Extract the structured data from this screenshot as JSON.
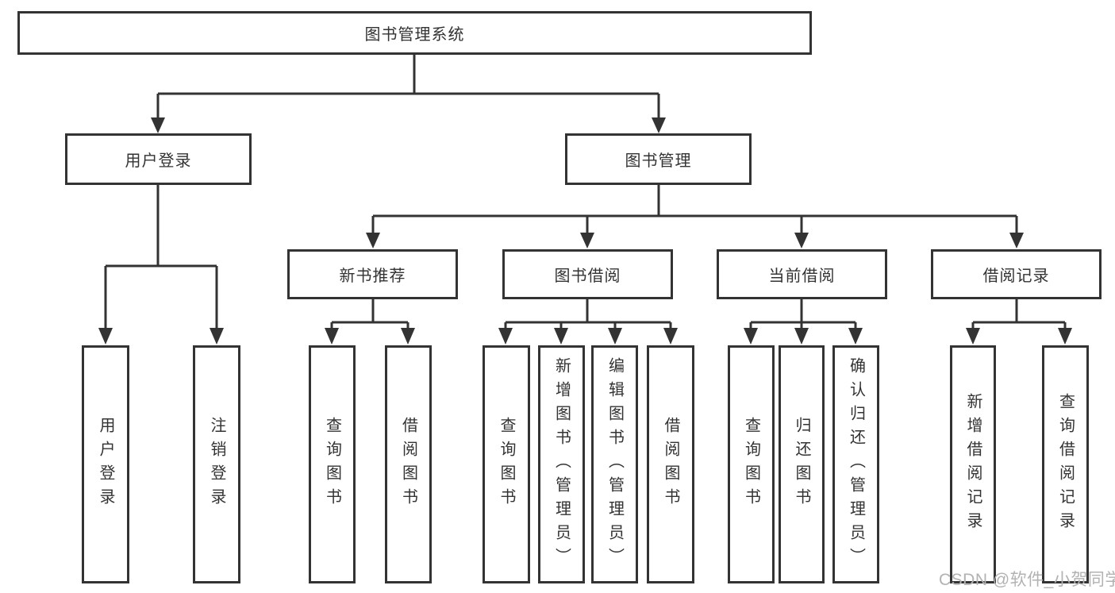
{
  "colors": {
    "line": "#333333",
    "box_border": "#333333",
    "text": "#333333",
    "watermark": "#b2b2b2",
    "background": "#ffffff"
  },
  "watermark": "CSDN @软件_小贺同学",
  "tree": {
    "root": {
      "label": "图书管理系统",
      "children": [
        {
          "label": "用户登录",
          "children": [
            {
              "label": "用户登录"
            },
            {
              "label": "注销登录"
            }
          ]
        },
        {
          "label": "图书管理",
          "children": [
            {
              "label": "新书推荐",
              "children": [
                {
                  "label": "查询图书"
                },
                {
                  "label": "借阅图书"
                }
              ]
            },
            {
              "label": "图书借阅",
              "children": [
                {
                  "label": "查询图书"
                },
                {
                  "label": "新增图书（管理员）"
                },
                {
                  "label": "编辑图书（管理员）"
                },
                {
                  "label": "借阅图书"
                }
              ]
            },
            {
              "label": "当前借阅",
              "children": [
                {
                  "label": "查询图书"
                },
                {
                  "label": "归还图书"
                },
                {
                  "label": "确认归还（管理员）"
                }
              ]
            },
            {
              "label": "借阅记录",
              "children": [
                {
                  "label": "新增借阅记录"
                },
                {
                  "label": "查询借阅记录"
                }
              ]
            }
          ]
        }
      ]
    }
  }
}
